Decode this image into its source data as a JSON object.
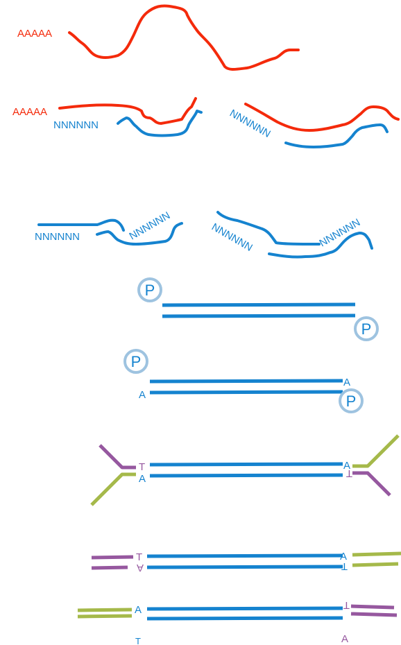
{
  "colors": {
    "rna": "#f42a0b",
    "dna": "#1583cf",
    "phosphate_ring": "#9ec3e0",
    "adapter_purple": "#96589f",
    "adapter_green": "#a5b94a"
  },
  "labels": {
    "polyA": "AAAAA",
    "random_primer": "NNNNNN",
    "phosphate": "P",
    "a_base": "A",
    "t_base": "T"
  }
}
